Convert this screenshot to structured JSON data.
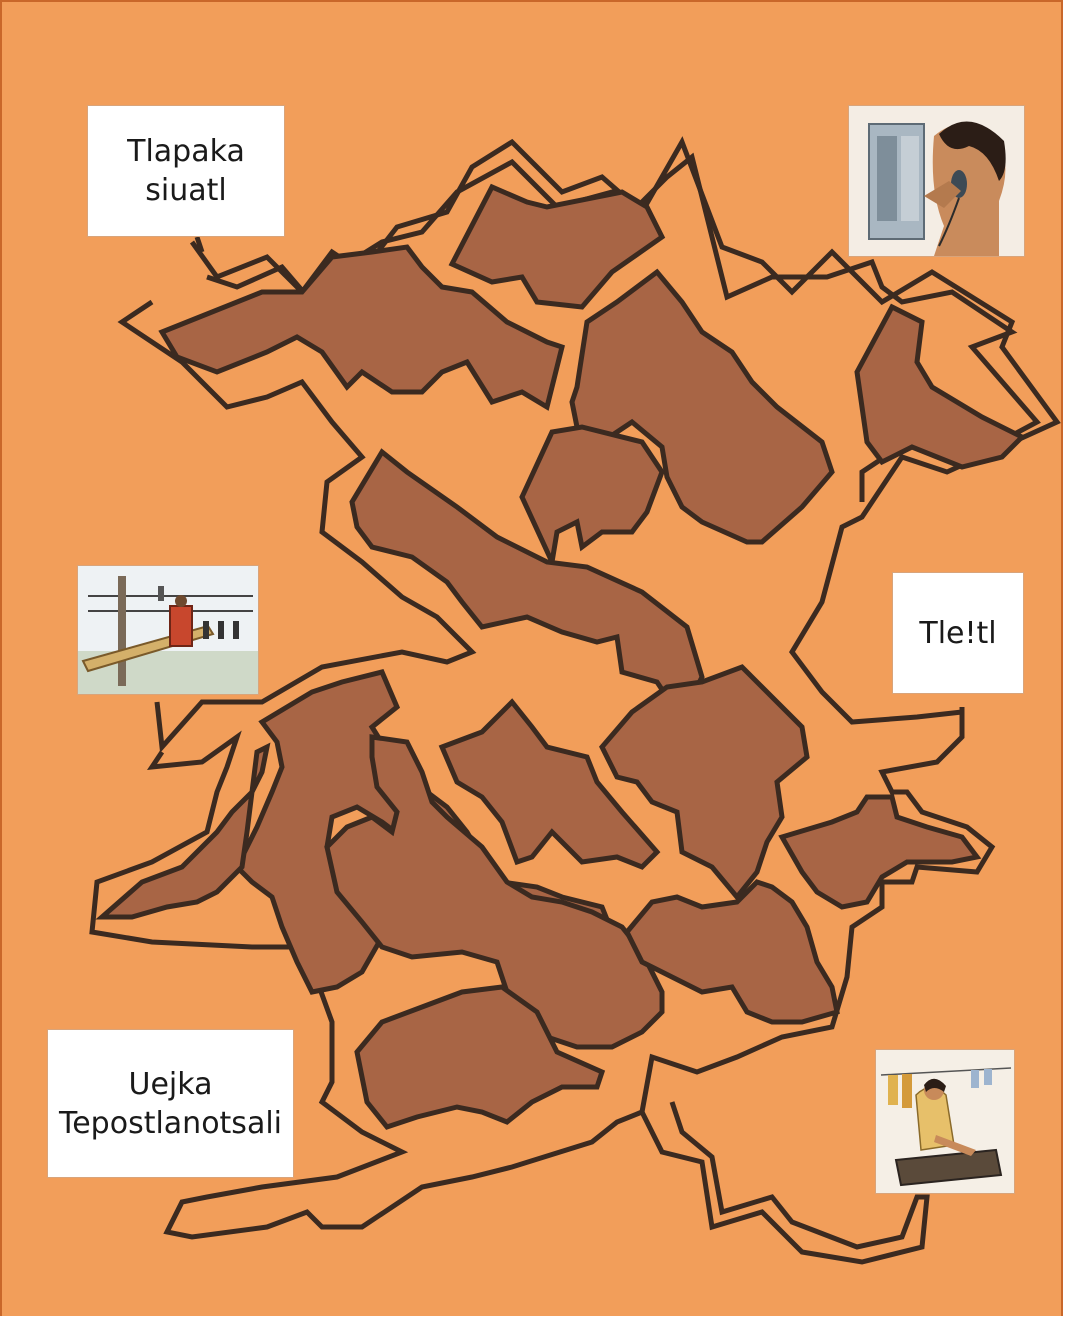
{
  "labels": {
    "top_left_line1": "Tlapaka",
    "top_left_line2": "siuatl",
    "right_middle": "Tle!tl",
    "bottom_left_line1": "Uejka",
    "bottom_left_line2": "Tepostlanotsali"
  },
  "pictures": {
    "top_right": "woman-on-telephone-illustration",
    "left_middle": "electric-power-pole-illustration",
    "bottom_right": "woman-washing-clothes-illustration"
  },
  "colors": {
    "background": "#f29e5a",
    "shape_fill": "#a86545",
    "outline": "#3b2a20"
  }
}
